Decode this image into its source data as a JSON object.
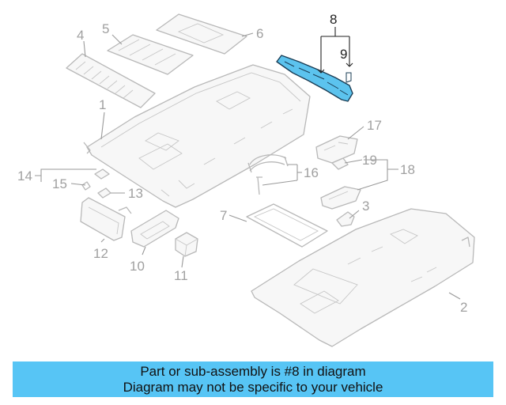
{
  "callouts": {
    "c1": "1",
    "c2": "2",
    "c3": "3",
    "c4": "4",
    "c5": "5",
    "c6": "6",
    "c7": "7",
    "c8": "8",
    "c9": "9",
    "c10": "10",
    "c11": "11",
    "c12": "12",
    "c13": "13",
    "c14": "14",
    "c15": "15",
    "c16": "16",
    "c17": "17",
    "c18": "18",
    "c19": "19"
  },
  "highlight_color": "#57c5f5",
  "banner": {
    "line1": "Part or sub-assembly is #8 in diagram",
    "line2": "Diagram may not be specific to your vehicle"
  }
}
